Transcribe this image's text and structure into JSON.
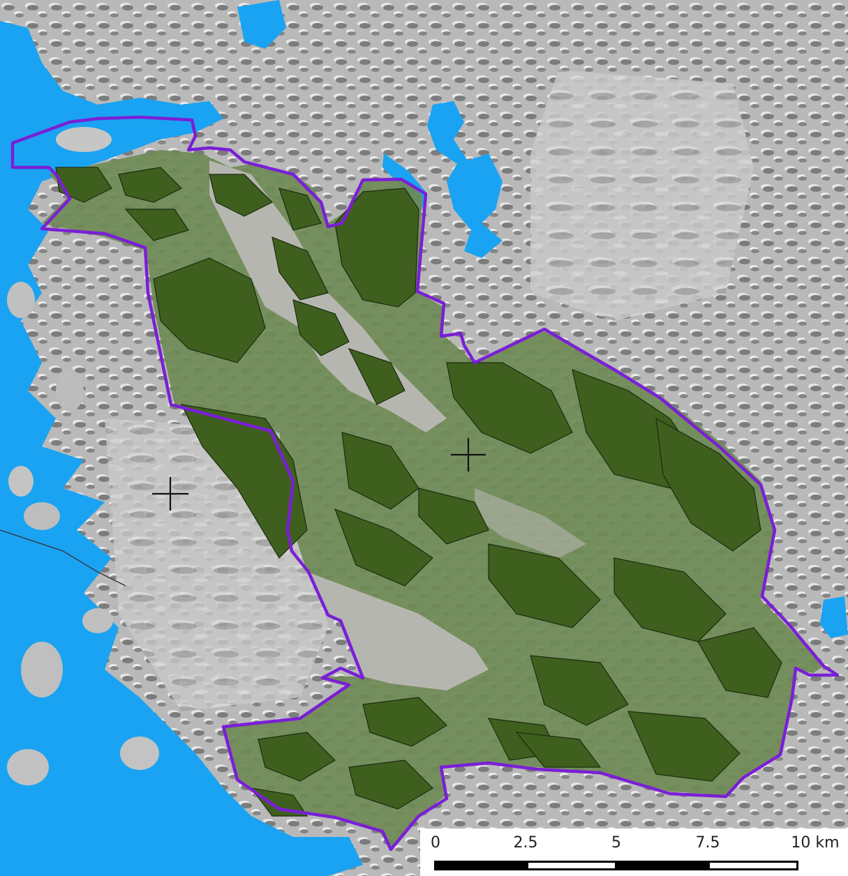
{
  "map": {
    "colors": {
      "water": "#1aa3f2",
      "terrain_light": "#d4d4d4",
      "terrain_mid": "#a7a7a7",
      "terrain_dark": "#6b6b6b",
      "boundary": "#7a1fd6",
      "forest_light": "#6f8a55",
      "forest_dark": "#3f5f1e",
      "outline": "#1a2a10"
    },
    "markers": [
      "plus-marker-west",
      "plus-marker-center"
    ]
  },
  "scalebar": {
    "labels": [
      "0",
      "2.5",
      "5",
      "7.5",
      "10 km"
    ],
    "colors": {
      "black": "#000000",
      "white": "#ffffff"
    }
  }
}
